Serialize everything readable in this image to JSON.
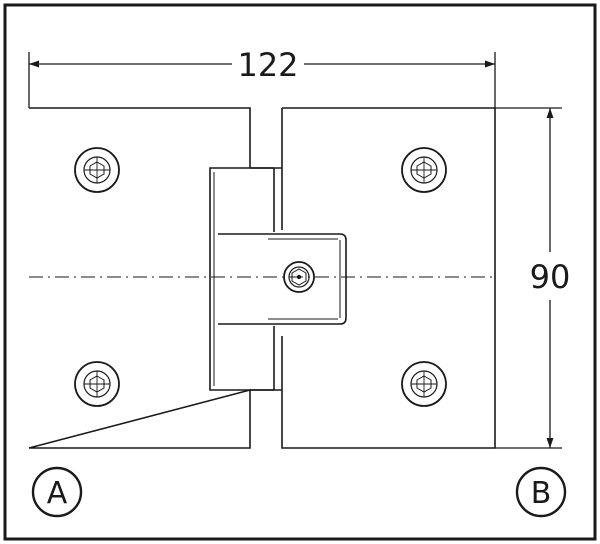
{
  "drawing": {
    "width_dimension": "122",
    "height_dimension": "90",
    "label_left": "A",
    "label_right": "B"
  },
  "colors": {
    "line": "#1a1a1a",
    "background": "#ffffff"
  }
}
